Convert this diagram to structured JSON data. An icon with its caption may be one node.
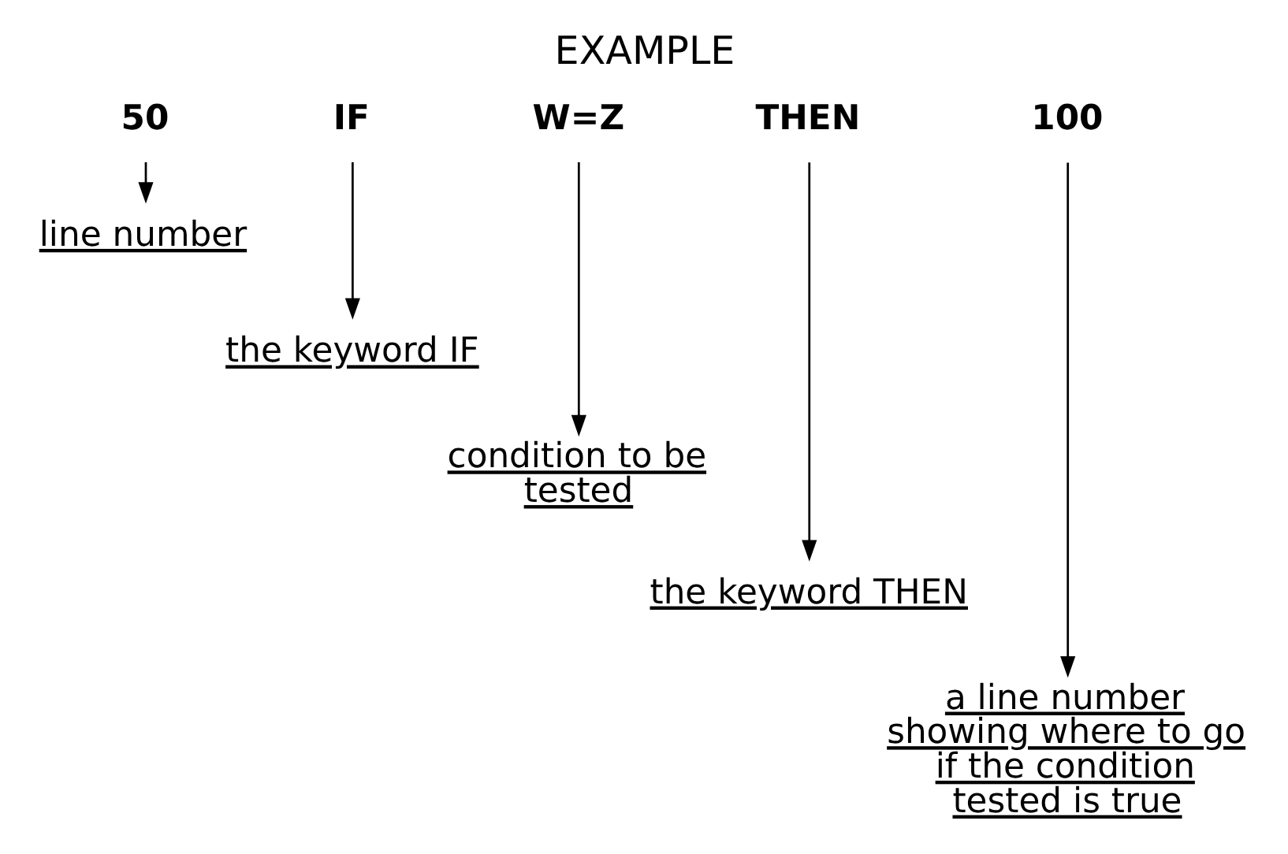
{
  "diagram": {
    "title": "EXAMPLE",
    "nodes": [
      {
        "text": [
          "50"
        ]
      },
      {
        "text": [
          "IF"
        ]
      },
      {
        "text": [
          "W=Z"
        ]
      },
      {
        "text": [
          "THEN"
        ]
      },
      {
        "text": [
          "100"
        ]
      },
      {
        "text": [
          "line number"
        ]
      },
      {
        "text": [
          "the keyword IF"
        ]
      },
      {
        "text": [
          "condition to be tested"
        ]
      },
      {
        "text": [
          "the keyword THEN"
        ]
      },
      {
        "text": [
          "a line number showing where to go if the condition tested is true"
        ]
      }
    ],
    "edges": [
      {
        "from": 0,
        "to": 5,
        "arrow": "to"
      },
      {
        "from": 1,
        "to": 6,
        "arrow": "to"
      },
      {
        "from": 2,
        "to": 7,
        "arrow": "to"
      },
      {
        "from": 3,
        "to": 8,
        "arrow": "to"
      },
      {
        "from": 4,
        "to": 9,
        "arrow": "to"
      }
    ]
  }
}
